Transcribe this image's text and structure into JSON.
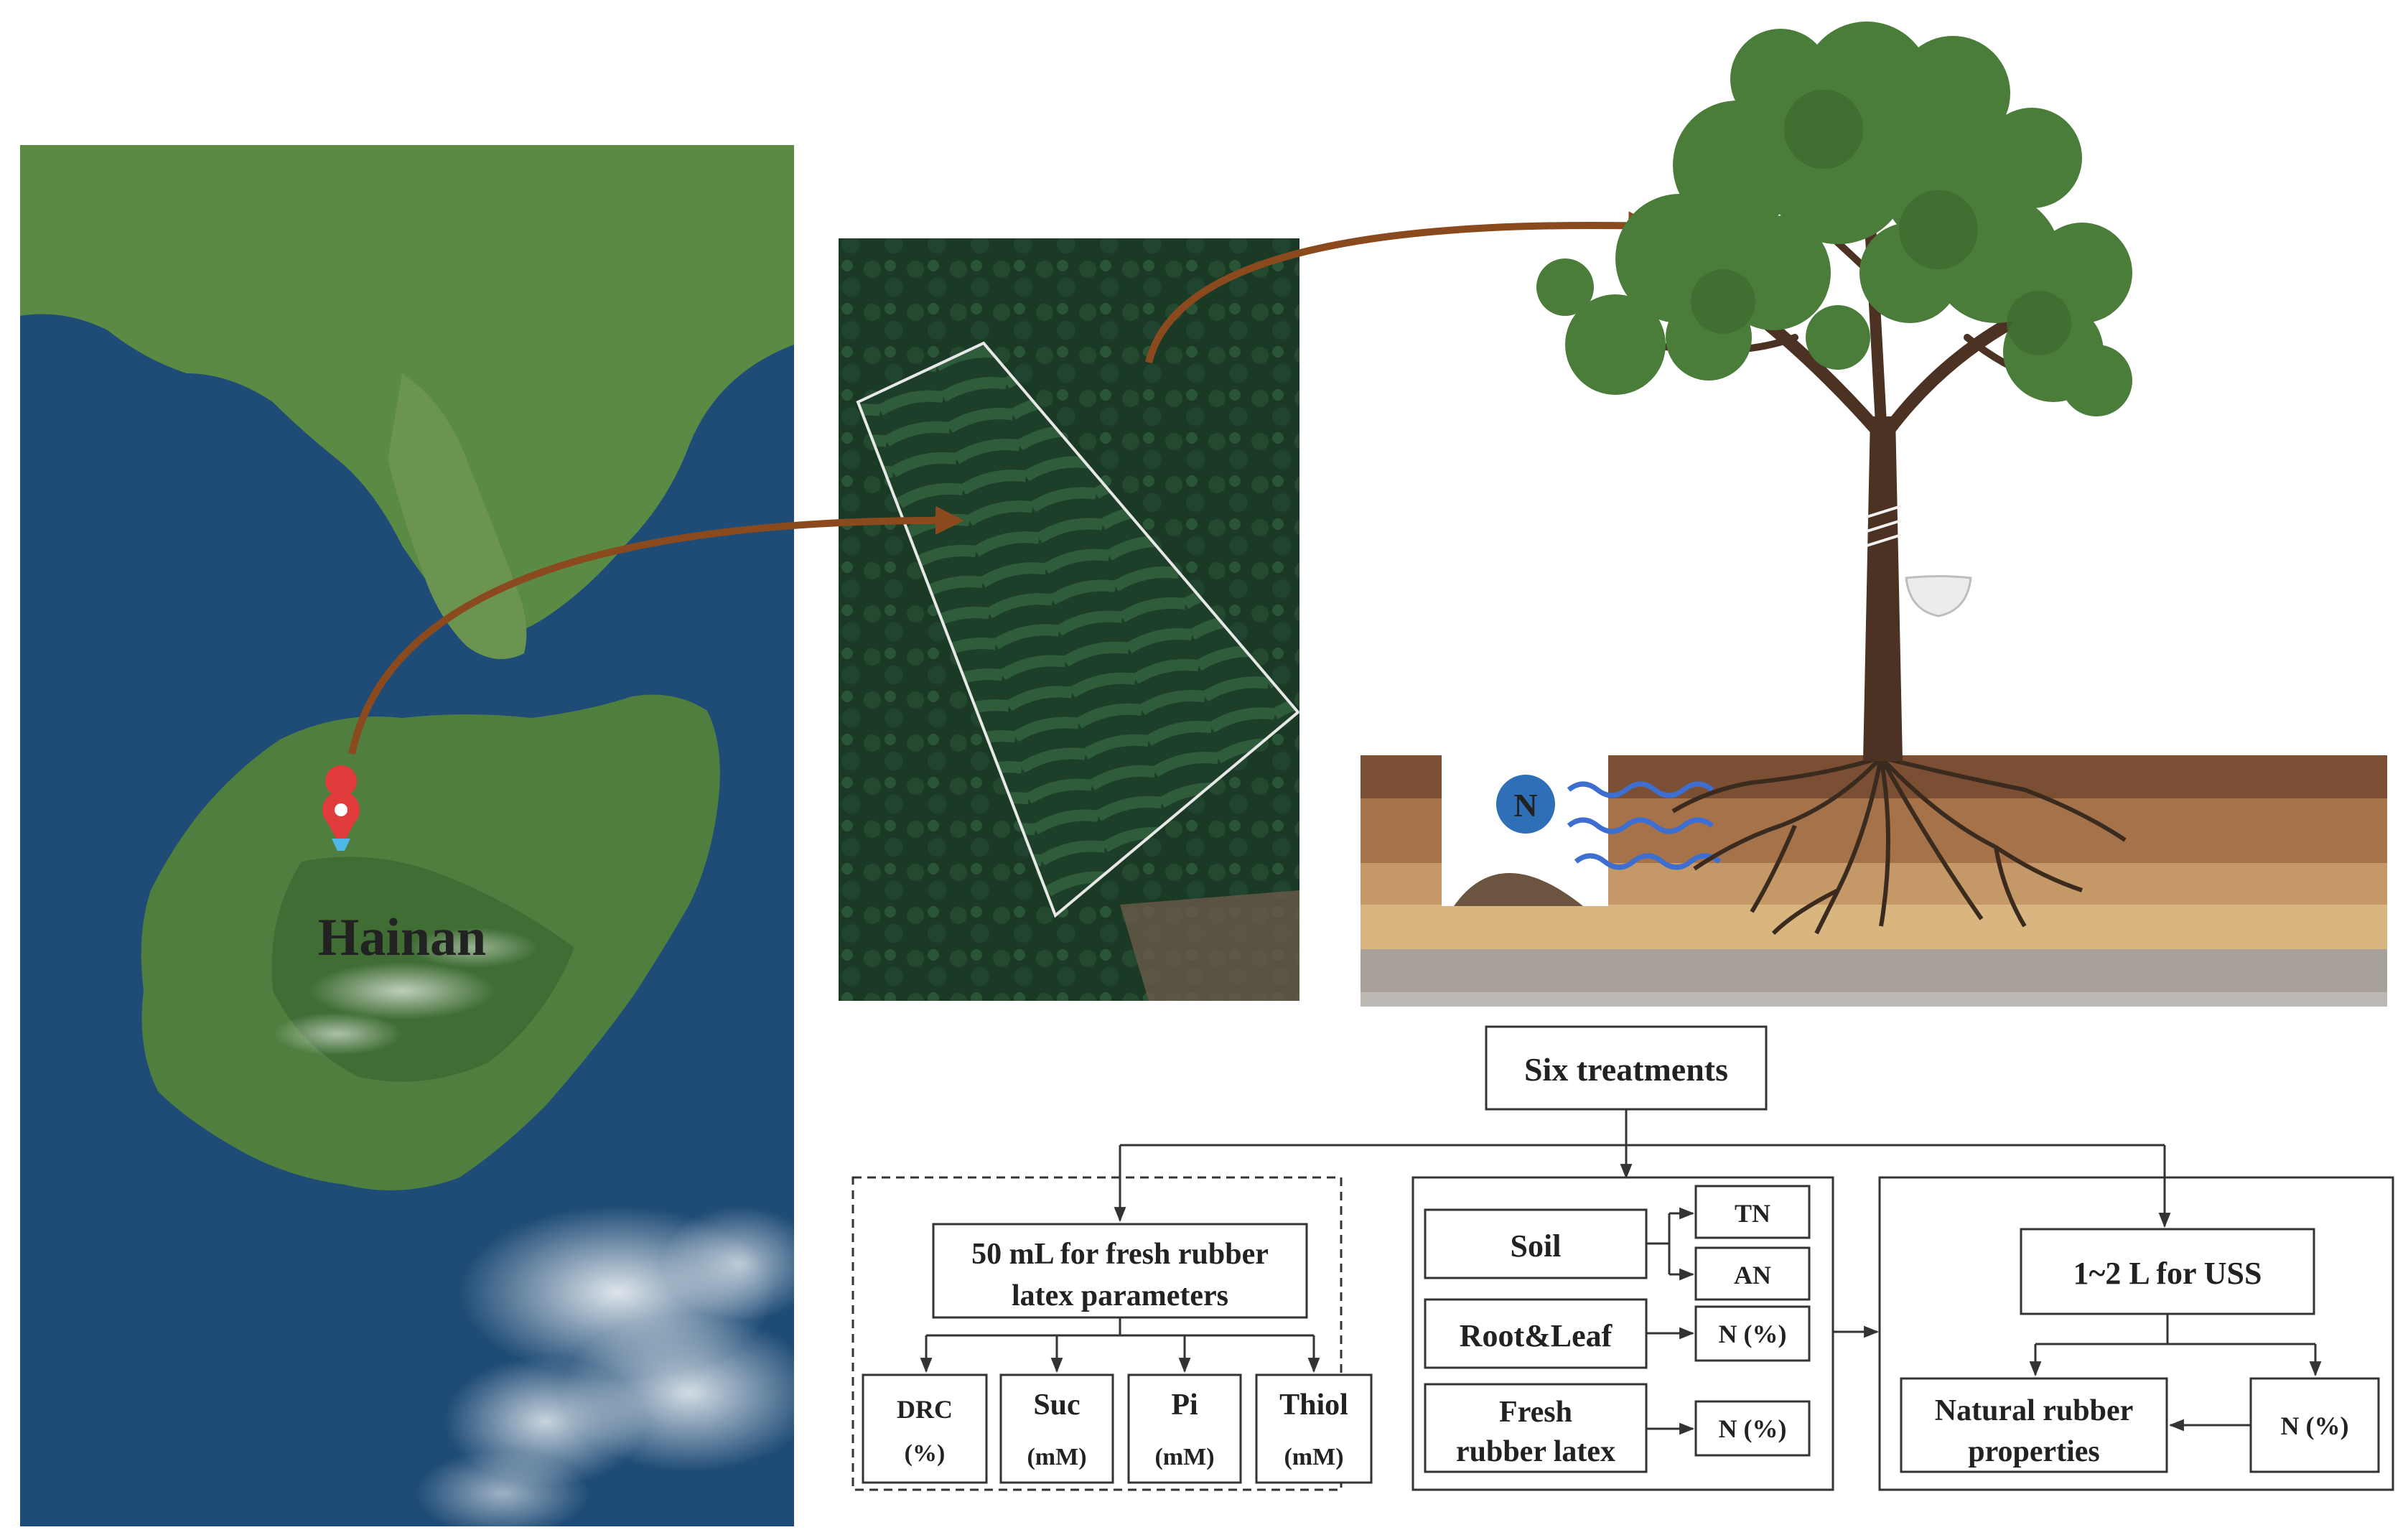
{
  "map": {
    "region_label": "Hainan",
    "colors": {
      "sea": "#2a5a86",
      "deep_sea": "#1f4a74",
      "land": "#5d8a46",
      "land_dark": "#3e6a32",
      "marker": "#e23b3b"
    }
  },
  "icons": {
    "location_marker": "location-pin-icon",
    "nitrogen": "nitrogen-fertilizer-icon",
    "latex_cup": "latex-cup-icon"
  },
  "nitrogen_label": "N",
  "flowchart": {
    "root": "Six treatments",
    "branch_left": {
      "box": [
        "50 mL for fresh rubber",
        "latex parameters"
      ],
      "children": [
        {
          "name": "DRC",
          "unit": "(%)"
        },
        {
          "name": "Suc",
          "unit": "(mM)"
        },
        {
          "name": "Pi",
          "unit": "(mM)"
        },
        {
          "name": "Thiol",
          "unit": "(mM)"
        }
      ]
    },
    "branch_middle": {
      "soil": "Soil",
      "soil_children": [
        "TN",
        "AN"
      ],
      "root_leaf": "Root&Leaf",
      "root_leaf_child": "N (%)",
      "latex": [
        "Fresh",
        "rubber latex"
      ],
      "latex_child": "N (%)"
    },
    "branch_right": {
      "uss": "1~2 L for USS",
      "properties": [
        "Natural rubber",
        "properties"
      ],
      "n_box": "N (%)"
    }
  },
  "colors": {
    "arrow": "#8a4a1e",
    "tree_leaf": "#4a7c3a",
    "trunk": "#4b3222",
    "box_stroke": "#333333",
    "n_circle": "#2f6fb8"
  }
}
